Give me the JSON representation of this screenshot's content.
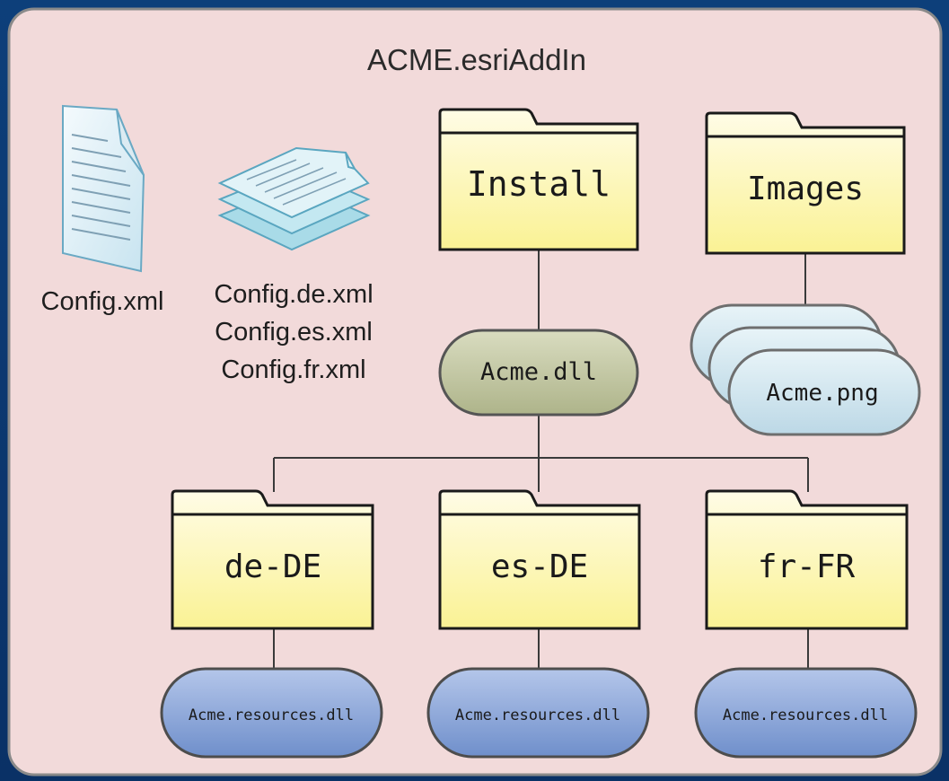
{
  "container": {
    "title": "ACME.esriAddIn"
  },
  "files": {
    "config": "Config.xml",
    "localized": [
      "Config.de.xml",
      "Config.es.xml",
      "Config.fr.xml"
    ]
  },
  "folders": {
    "install": "Install",
    "images": "Images",
    "de": "de-DE",
    "es": "es-DE",
    "fr": "fr-FR"
  },
  "nodes": {
    "acme_dll": "Acme.dll",
    "acme_png": "Acme.png",
    "resources_de": "Acme.resources.dll",
    "resources_es": "Acme.resources.dll",
    "resources_fr": "Acme.resources.dll"
  },
  "colors": {
    "background": "#0b3670",
    "container_fill": "#f2dada",
    "folder_fill": "#fdf6b6",
    "dll_fill": "#c4c8a4",
    "png_fill": "#d8eaf2",
    "resources_fill": "#8ea8d6"
  }
}
